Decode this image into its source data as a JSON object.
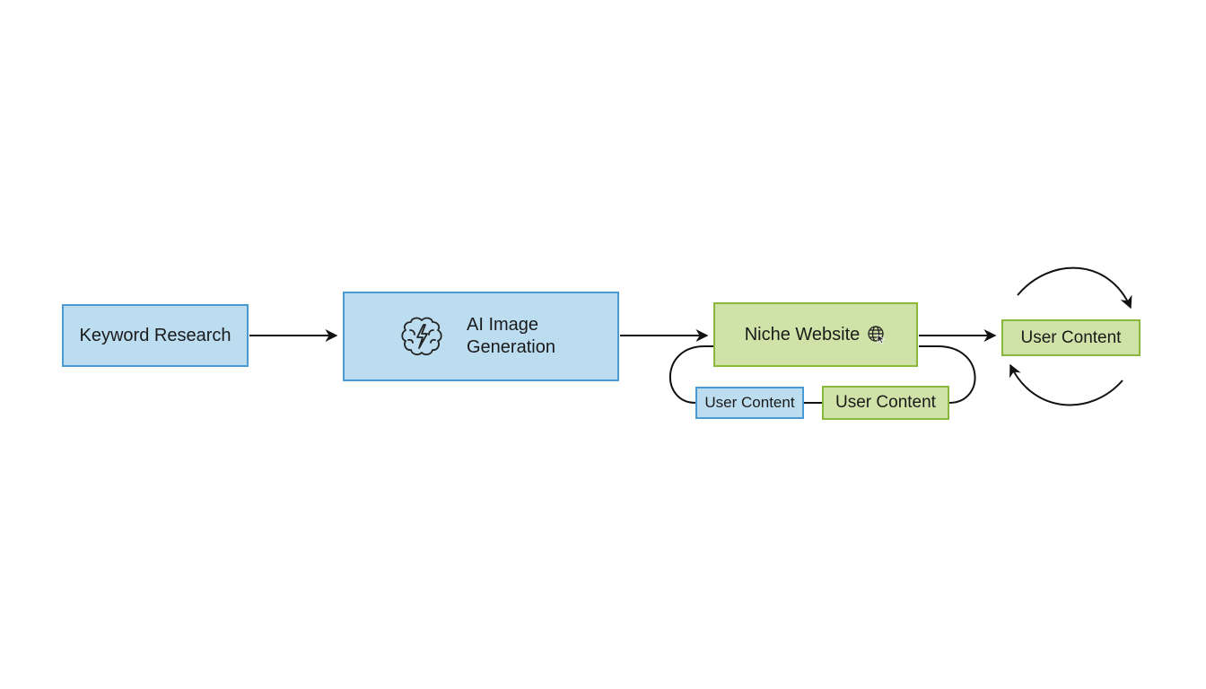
{
  "diagram": {
    "nodes": {
      "keyword_research": {
        "label": "Keyword Research",
        "color": "#bcdcf0"
      },
      "ai_image_generation": {
        "label_line1": "AI Image",
        "label_line2": "Generation",
        "icon": "brain-lightning-icon",
        "color": "#bcdcf0"
      },
      "niche_website": {
        "label": "Niche Website",
        "icon": "globe-cursor-icon",
        "color": "#cfe3a8"
      },
      "user_content_right": {
        "label": "User Content",
        "color": "#cfe3a8"
      },
      "user_content_loop_blue": {
        "label": "User Content",
        "color": "#bcdcf0"
      },
      "user_content_loop_green": {
        "label": "User Content",
        "color": "#cfe3a8"
      }
    },
    "colors": {
      "blue_fill": "#bcdcf0",
      "blue_border": "#4a9bd4",
      "green_fill": "#cfe3a8",
      "green_border": "#8ab83a",
      "arrow": "#111111"
    }
  }
}
